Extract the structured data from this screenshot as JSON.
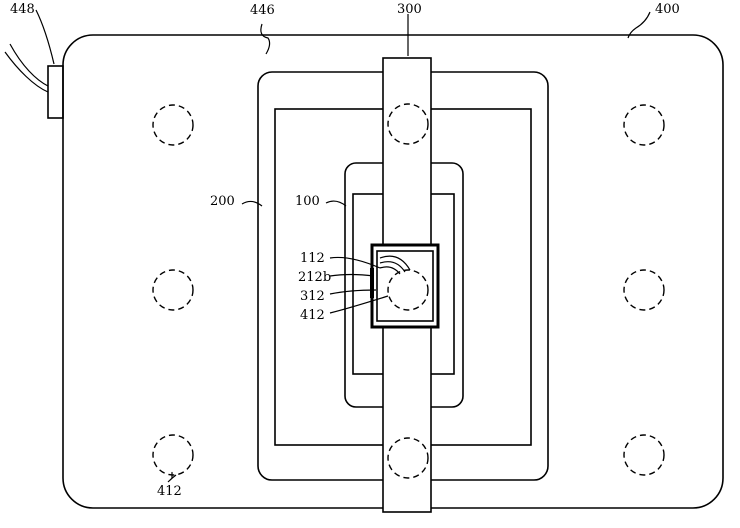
{
  "figure": {
    "labels": {
      "charger_pad": "400",
      "cable": "448",
      "pad_surface": "446",
      "watch_band": "300",
      "tablet": "200",
      "phone": "100",
      "watch_coil": "112",
      "phone_coil": "212b",
      "band_coil": "312",
      "pad_coil_center": "412",
      "pad_coil_corner": "412"
    }
  }
}
